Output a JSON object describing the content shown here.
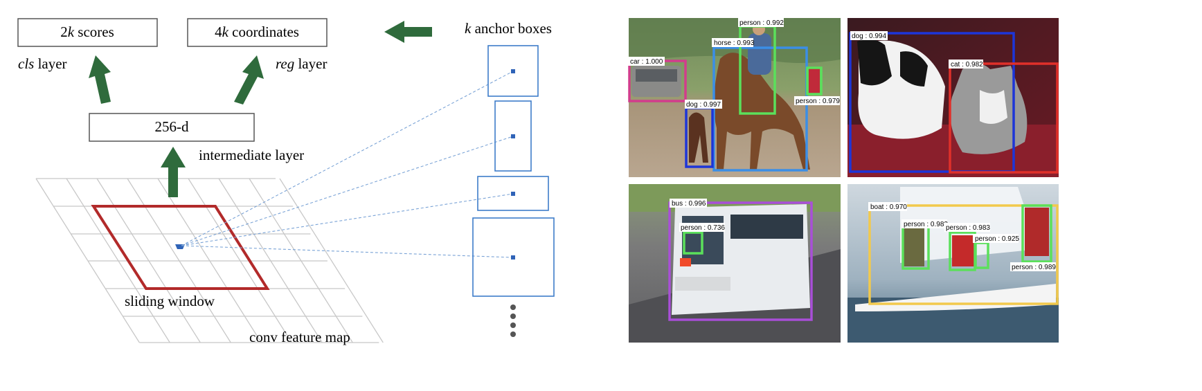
{
  "diagram": {
    "scores_box": {
      "prefix": "2",
      "var": "k",
      "suffix": " scores"
    },
    "coords_box": {
      "prefix": "4",
      "var": "k",
      "suffix": " coordinates"
    },
    "cls_layer": {
      "name": "cls",
      "suffix": " layer"
    },
    "reg_layer": {
      "name": "reg",
      "suffix": " layer"
    },
    "intermediate_box": "256-d",
    "intermediate_label": "intermediate layer",
    "sliding_window_label": "sliding window",
    "feature_map_label": "conv feature map",
    "anchors_label": {
      "var": "k",
      "suffix": " anchor boxes"
    }
  },
  "detections": {
    "panel1": [
      {
        "label": "car : 1.000",
        "color": "#d23c8c"
      },
      {
        "label": "horse : 0.993",
        "color": "#3b8ee6"
      },
      {
        "label": "person : 0.992",
        "color": "#5be05b"
      },
      {
        "label": "dog : 0.997",
        "color": "#1d35d8"
      },
      {
        "label": "person : 0.979",
        "color": "#5be05b"
      }
    ],
    "panel2": [
      {
        "label": "dog : 0.994",
        "color": "#1d35d8"
      },
      {
        "label": "cat : 0.982",
        "color": "#e0302a"
      }
    ],
    "panel3": [
      {
        "label": "bus : 0.996",
        "color": "#a94fd8"
      },
      {
        "label": "person : 0.736",
        "color": "#5be05b"
      }
    ],
    "panel4": [
      {
        "label": "boat : 0.970",
        "color": "#f2c94c"
      },
      {
        "label": "person : 0.983",
        "color": "#5be05b"
      },
      {
        "label": "person : 0.983",
        "color": "#5be05b"
      },
      {
        "label": "person : 0.925",
        "color": "#5be05b"
      },
      {
        "label": "person : 0.989",
        "color": "#5be05b"
      }
    ]
  },
  "colors": {
    "arrow": "#2f6b3c",
    "window": "#b22a2a",
    "anchor": "#3d7cc9",
    "grid": "#c8c8c8"
  }
}
